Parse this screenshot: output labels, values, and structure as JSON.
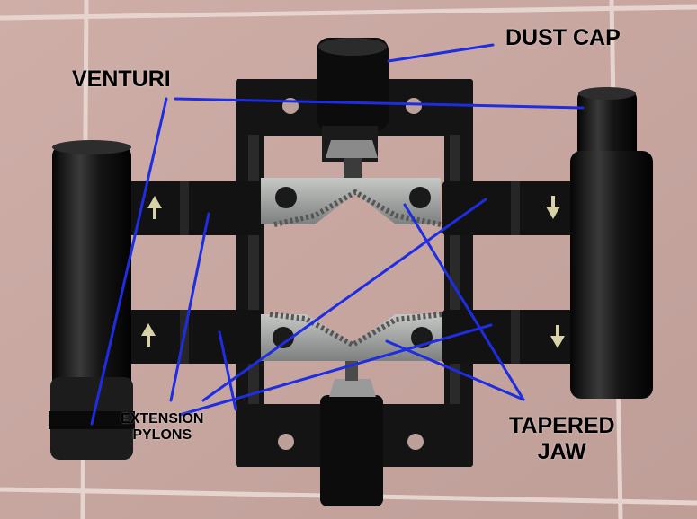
{
  "image": {
    "description": "Photo of a black metal pipe-clamp fixture with two tapered serrated jaws, two side cylinders and extension pylons, lying on pink tiles, annotated with blue leader lines",
    "colors": {
      "tile": "#c9a8a2",
      "grout": "#e6d4cf",
      "metal_dark": "#141414",
      "jaw_steel": "#9ea09e",
      "leader_line": "#1f2de0"
    }
  },
  "labels": {
    "dust_cap": "DUST CAP",
    "venturi": "VENTURI",
    "extension_line1": "EXTENSION",
    "extension_line2": "PYLONS",
    "tapered_line1": "TAPERED",
    "tapered_line2": "JAW"
  }
}
